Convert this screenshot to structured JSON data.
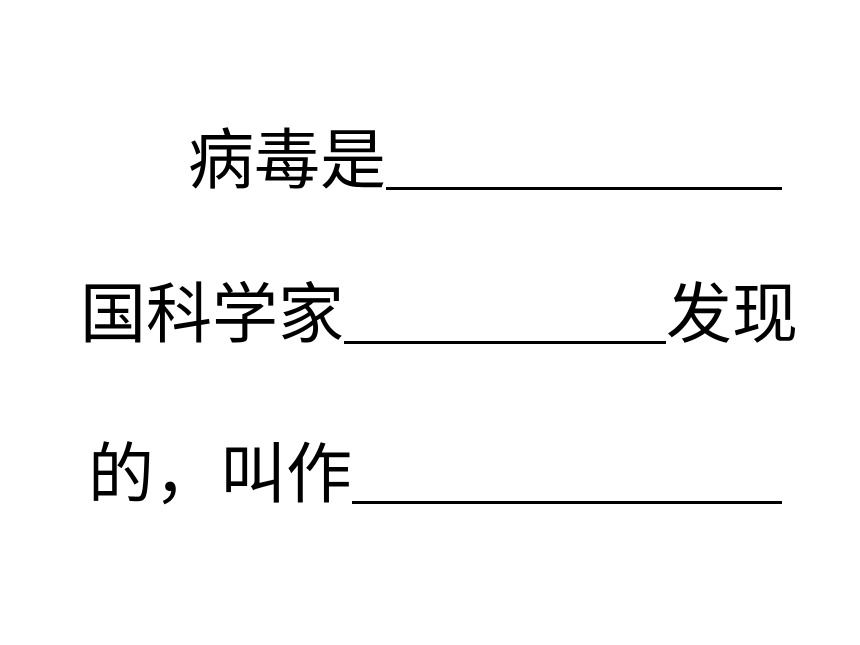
{
  "question": {
    "line1": {
      "before": "病毒是"
    },
    "line2": {
      "before": "国科学家",
      "after": "发现"
    },
    "line3": {
      "before": "的，叫作"
    }
  }
}
